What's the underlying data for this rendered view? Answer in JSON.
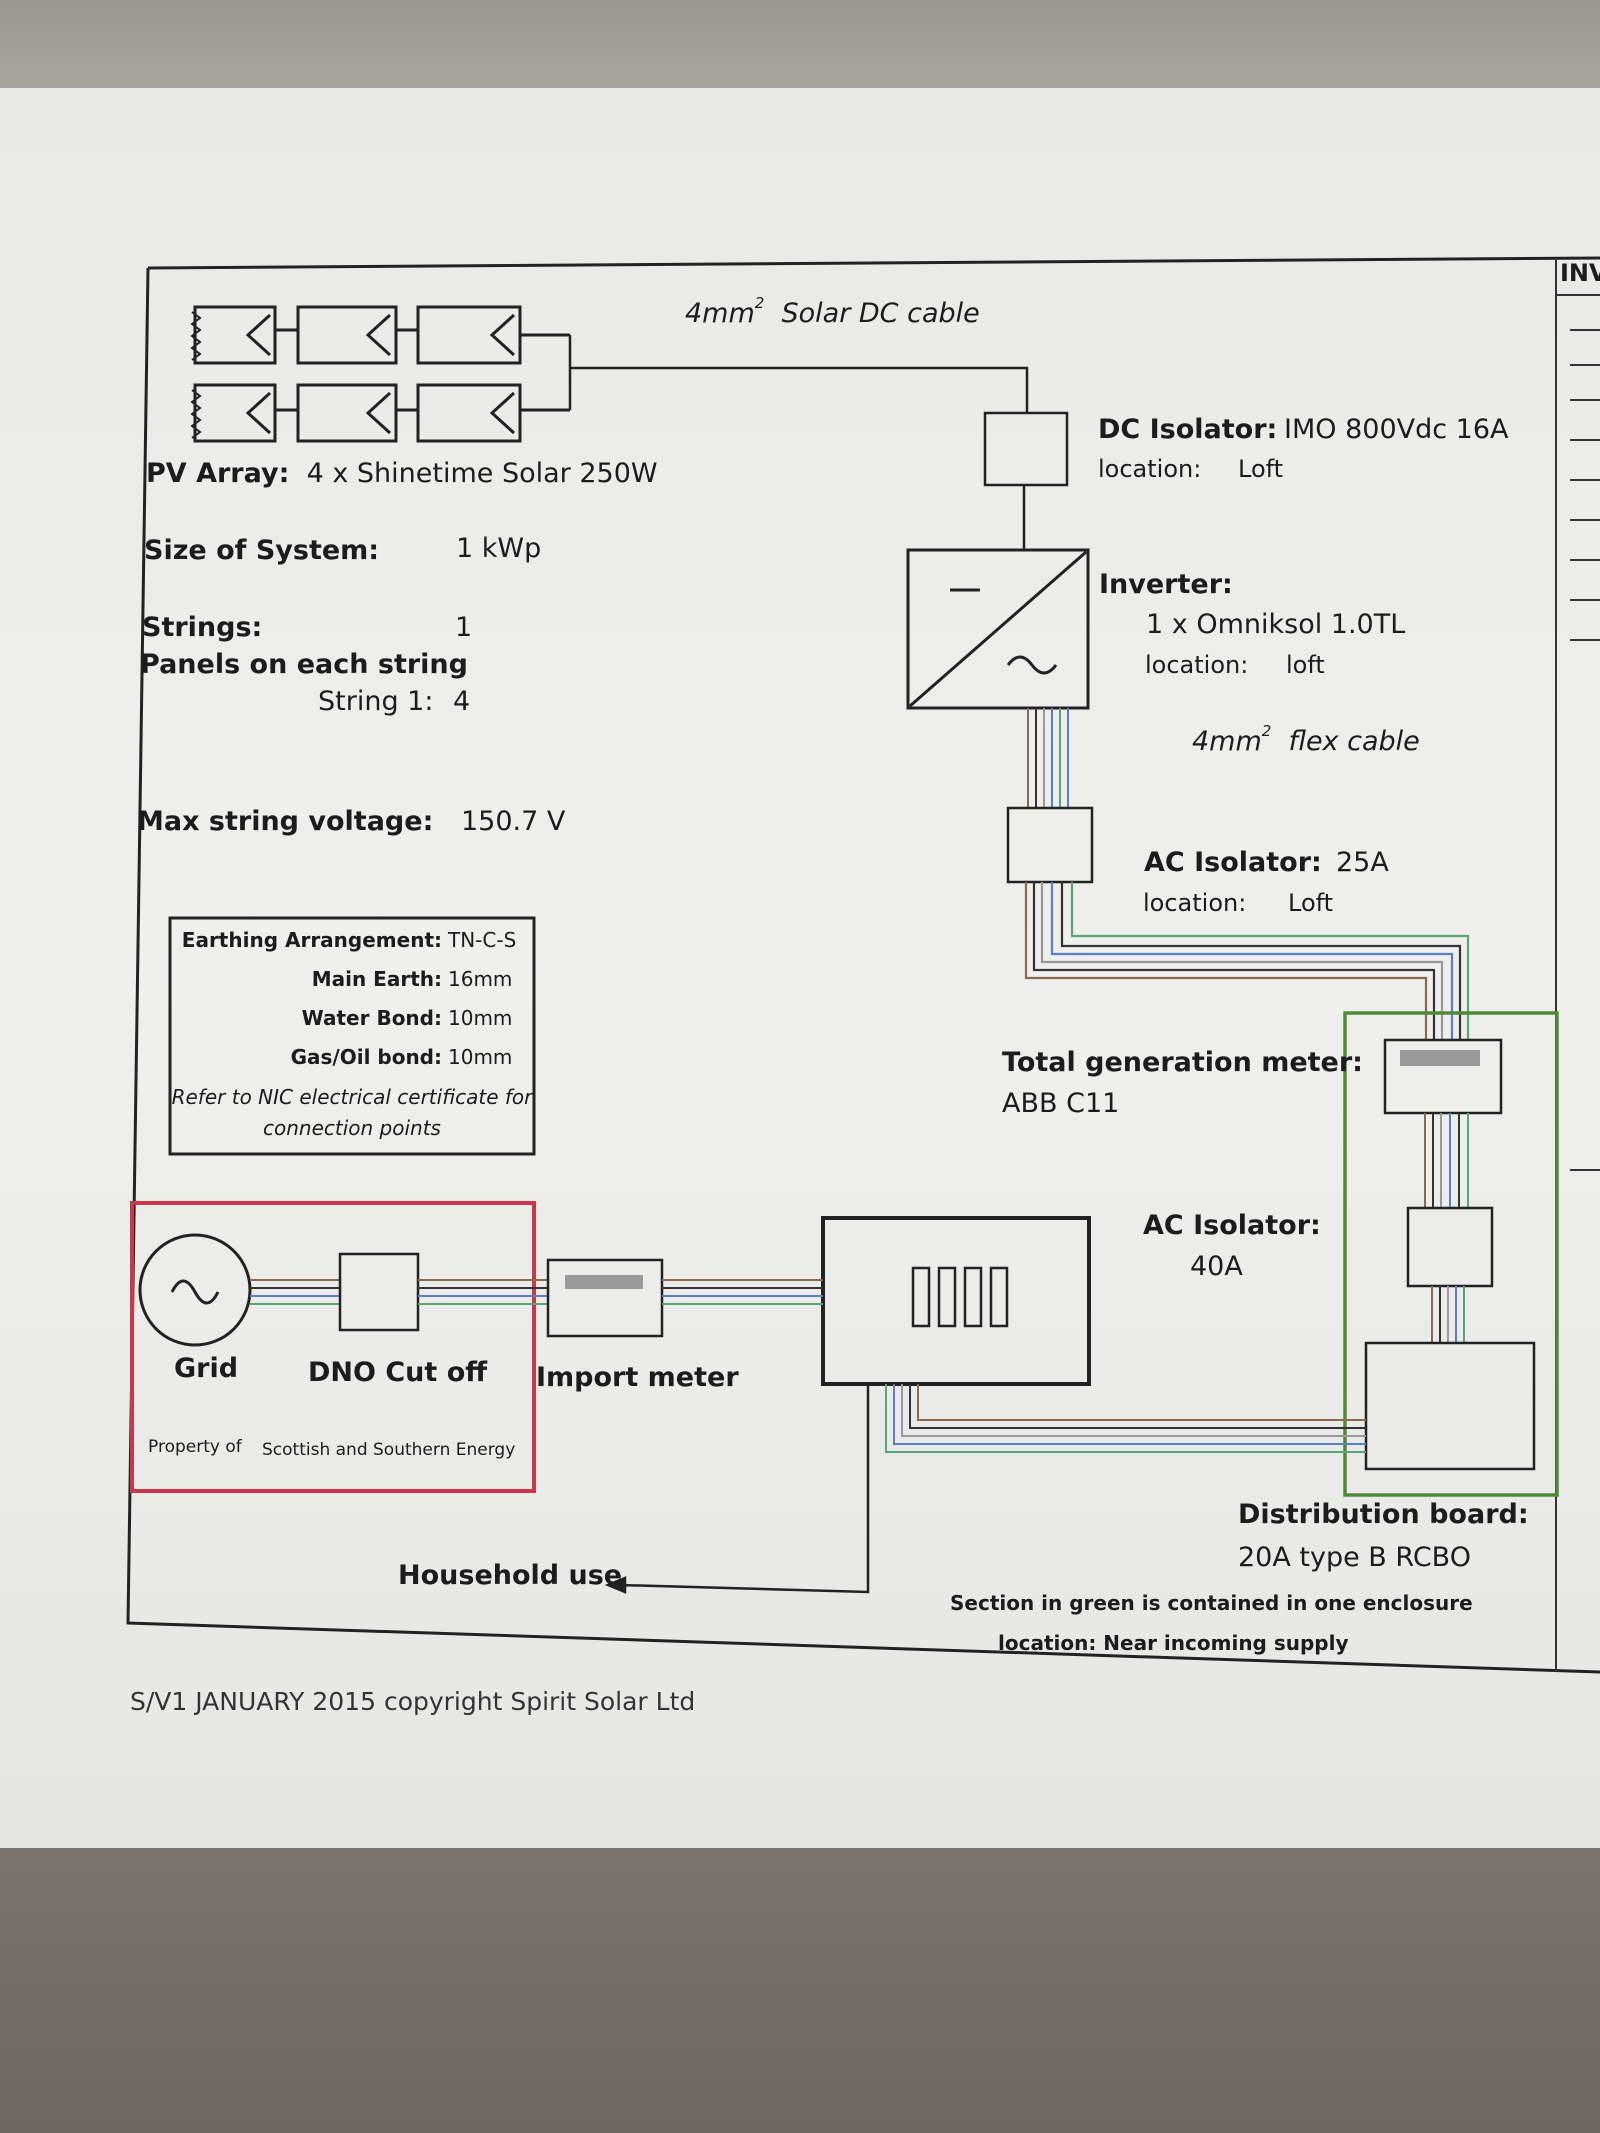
{
  "header_tab": "INV",
  "dc_cable": {
    "size": "4mm",
    "sup": "2",
    "label": "Solar DC cable"
  },
  "flex_cable": {
    "size": "4mm",
    "sup": "2",
    "label": "flex cable"
  },
  "pv_array": {
    "label": "PV Array:",
    "value": "4 x Shinetime Solar 250W"
  },
  "system": {
    "size_label": "Size of System:",
    "size_value": "1 kWp",
    "strings_label": "Strings:",
    "strings_value": "1",
    "panels_label": "Panels on each string",
    "string1_label": "String 1:",
    "string1_value": "4",
    "max_voltage_label": "Max string voltage:",
    "max_voltage_value": "150.7  V"
  },
  "earthing": {
    "arrangement_label": "Earthing Arrangement:",
    "arrangement_value": "TN-C-S",
    "main_earth_label": "Main Earth:",
    "main_earth_value": "16mm",
    "water_bond_label": "Water Bond:",
    "water_bond_value": "10mm",
    "gas_bond_label": "Gas/Oil bond:",
    "gas_bond_value": "10mm",
    "note_line1": "Refer to NIC electrical certificate for",
    "note_line2": "connection points"
  },
  "dc_isolator": {
    "label": "DC Isolator:",
    "value": "IMO 800Vdc 16A",
    "location_label": "location:",
    "location_value": "Loft"
  },
  "inverter": {
    "label": "Inverter:",
    "value": "1 x Omniksol 1.0TL",
    "location_label": "location:",
    "location_value": "loft"
  },
  "ac_isolator_25": {
    "label": "AC Isolator:",
    "value": "25A",
    "location_label": "location:",
    "location_value": "Loft"
  },
  "gen_meter": {
    "label": "Total generation meter:",
    "value": "ABB C11"
  },
  "ac_isolator_40": {
    "label": "AC Isolator:",
    "value": "40A"
  },
  "grid": {
    "grid_label": "Grid",
    "cutoff_label": "DNO Cut off",
    "property_label": "Property of",
    "property_value": "Scottish and Southern Energy"
  },
  "import_meter": {
    "label": "Import meter"
  },
  "household": {
    "label": "Household use"
  },
  "distribution": {
    "label": "Distribution board:",
    "value": "20A type B RCBO",
    "note": "Section in green is contained in one enclosure",
    "location": "location: Near incoming supply"
  },
  "footer": "S/V1 JANUARY 2015 copyright Spirit Solar Ltd",
  "colors": {
    "grid_box": "#c8384a",
    "enclosure": "#4f8a3a",
    "brown": "#8a6a4e",
    "blue": "#5b7fc4",
    "earth": "#5aa47a",
    "line": "#2a2a2a"
  }
}
